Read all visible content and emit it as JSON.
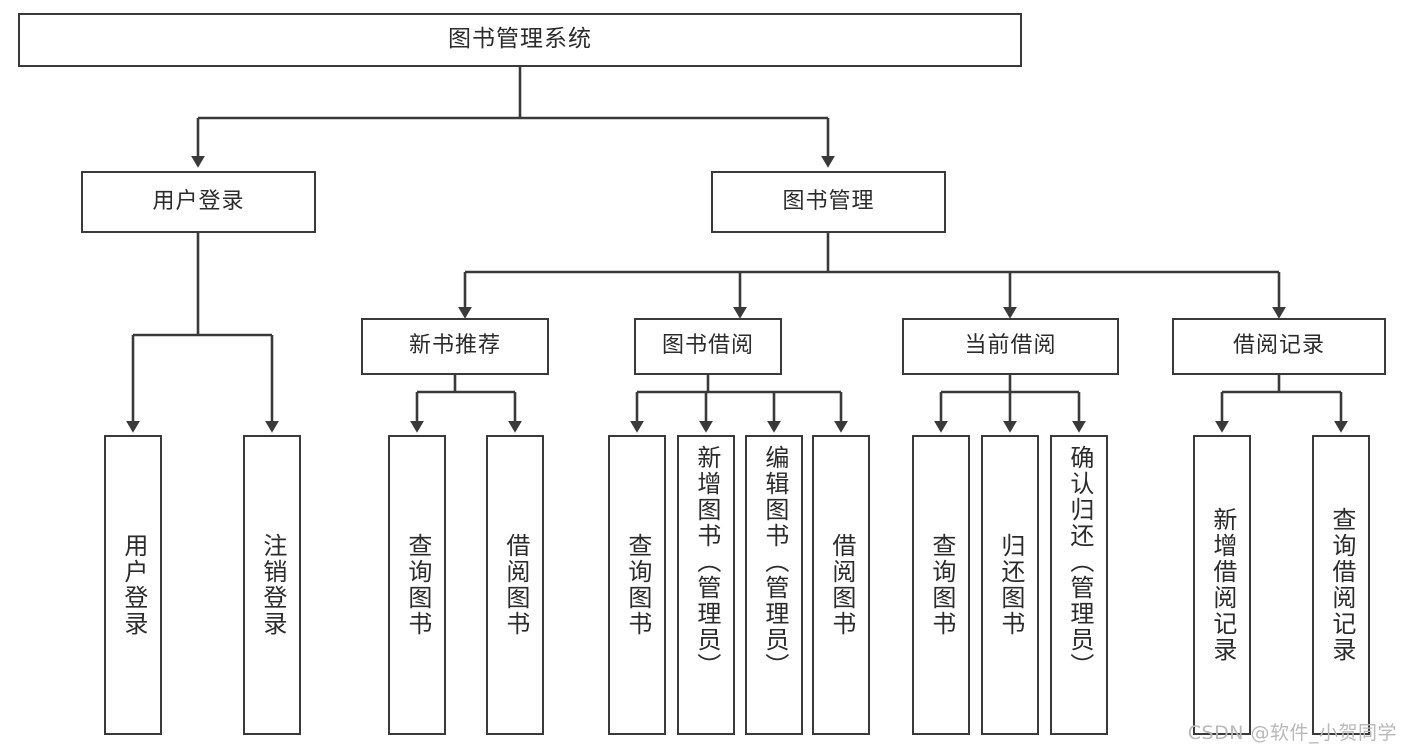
{
  "diagram": {
    "title": "图书管理系统",
    "watermark": "CSDN @软件_小贺同学",
    "colors": {
      "box_border": "#3a3a3a",
      "box_fill": "#ffffff",
      "connector": "#3a3a3a",
      "text": "#2b2b2b",
      "watermark": "#b9b9b9",
      "background": "#ffffff"
    },
    "levels": {
      "level1": {
        "label": "图书管理系统"
      },
      "level2": [
        {
          "label": "用户登录"
        },
        {
          "label": "图书管理"
        }
      ],
      "level3": [
        {
          "label": "新书推荐"
        },
        {
          "label": "图书借阅"
        },
        {
          "label": "当前借阅"
        },
        {
          "label": "借阅记录"
        }
      ],
      "level4": {
        "user_login": [
          {
            "label": "用户登录"
          },
          {
            "label": "注销登录"
          }
        ],
        "new_book_recommend": [
          {
            "label": "查询图书"
          },
          {
            "label": "借阅图书"
          }
        ],
        "book_borrow": [
          {
            "label": "查询图书"
          },
          {
            "label": "新增图书（管理员）"
          },
          {
            "label": "编辑图书（管理员）"
          },
          {
            "label": "借阅图书"
          }
        ],
        "current_borrow": [
          {
            "label": "查询图书"
          },
          {
            "label": "归还图书"
          },
          {
            "label": "确认归还（管理员）"
          }
        ],
        "borrow_record": [
          {
            "label": "新增借阅记录"
          },
          {
            "label": "查询借阅记录"
          }
        ]
      }
    }
  }
}
